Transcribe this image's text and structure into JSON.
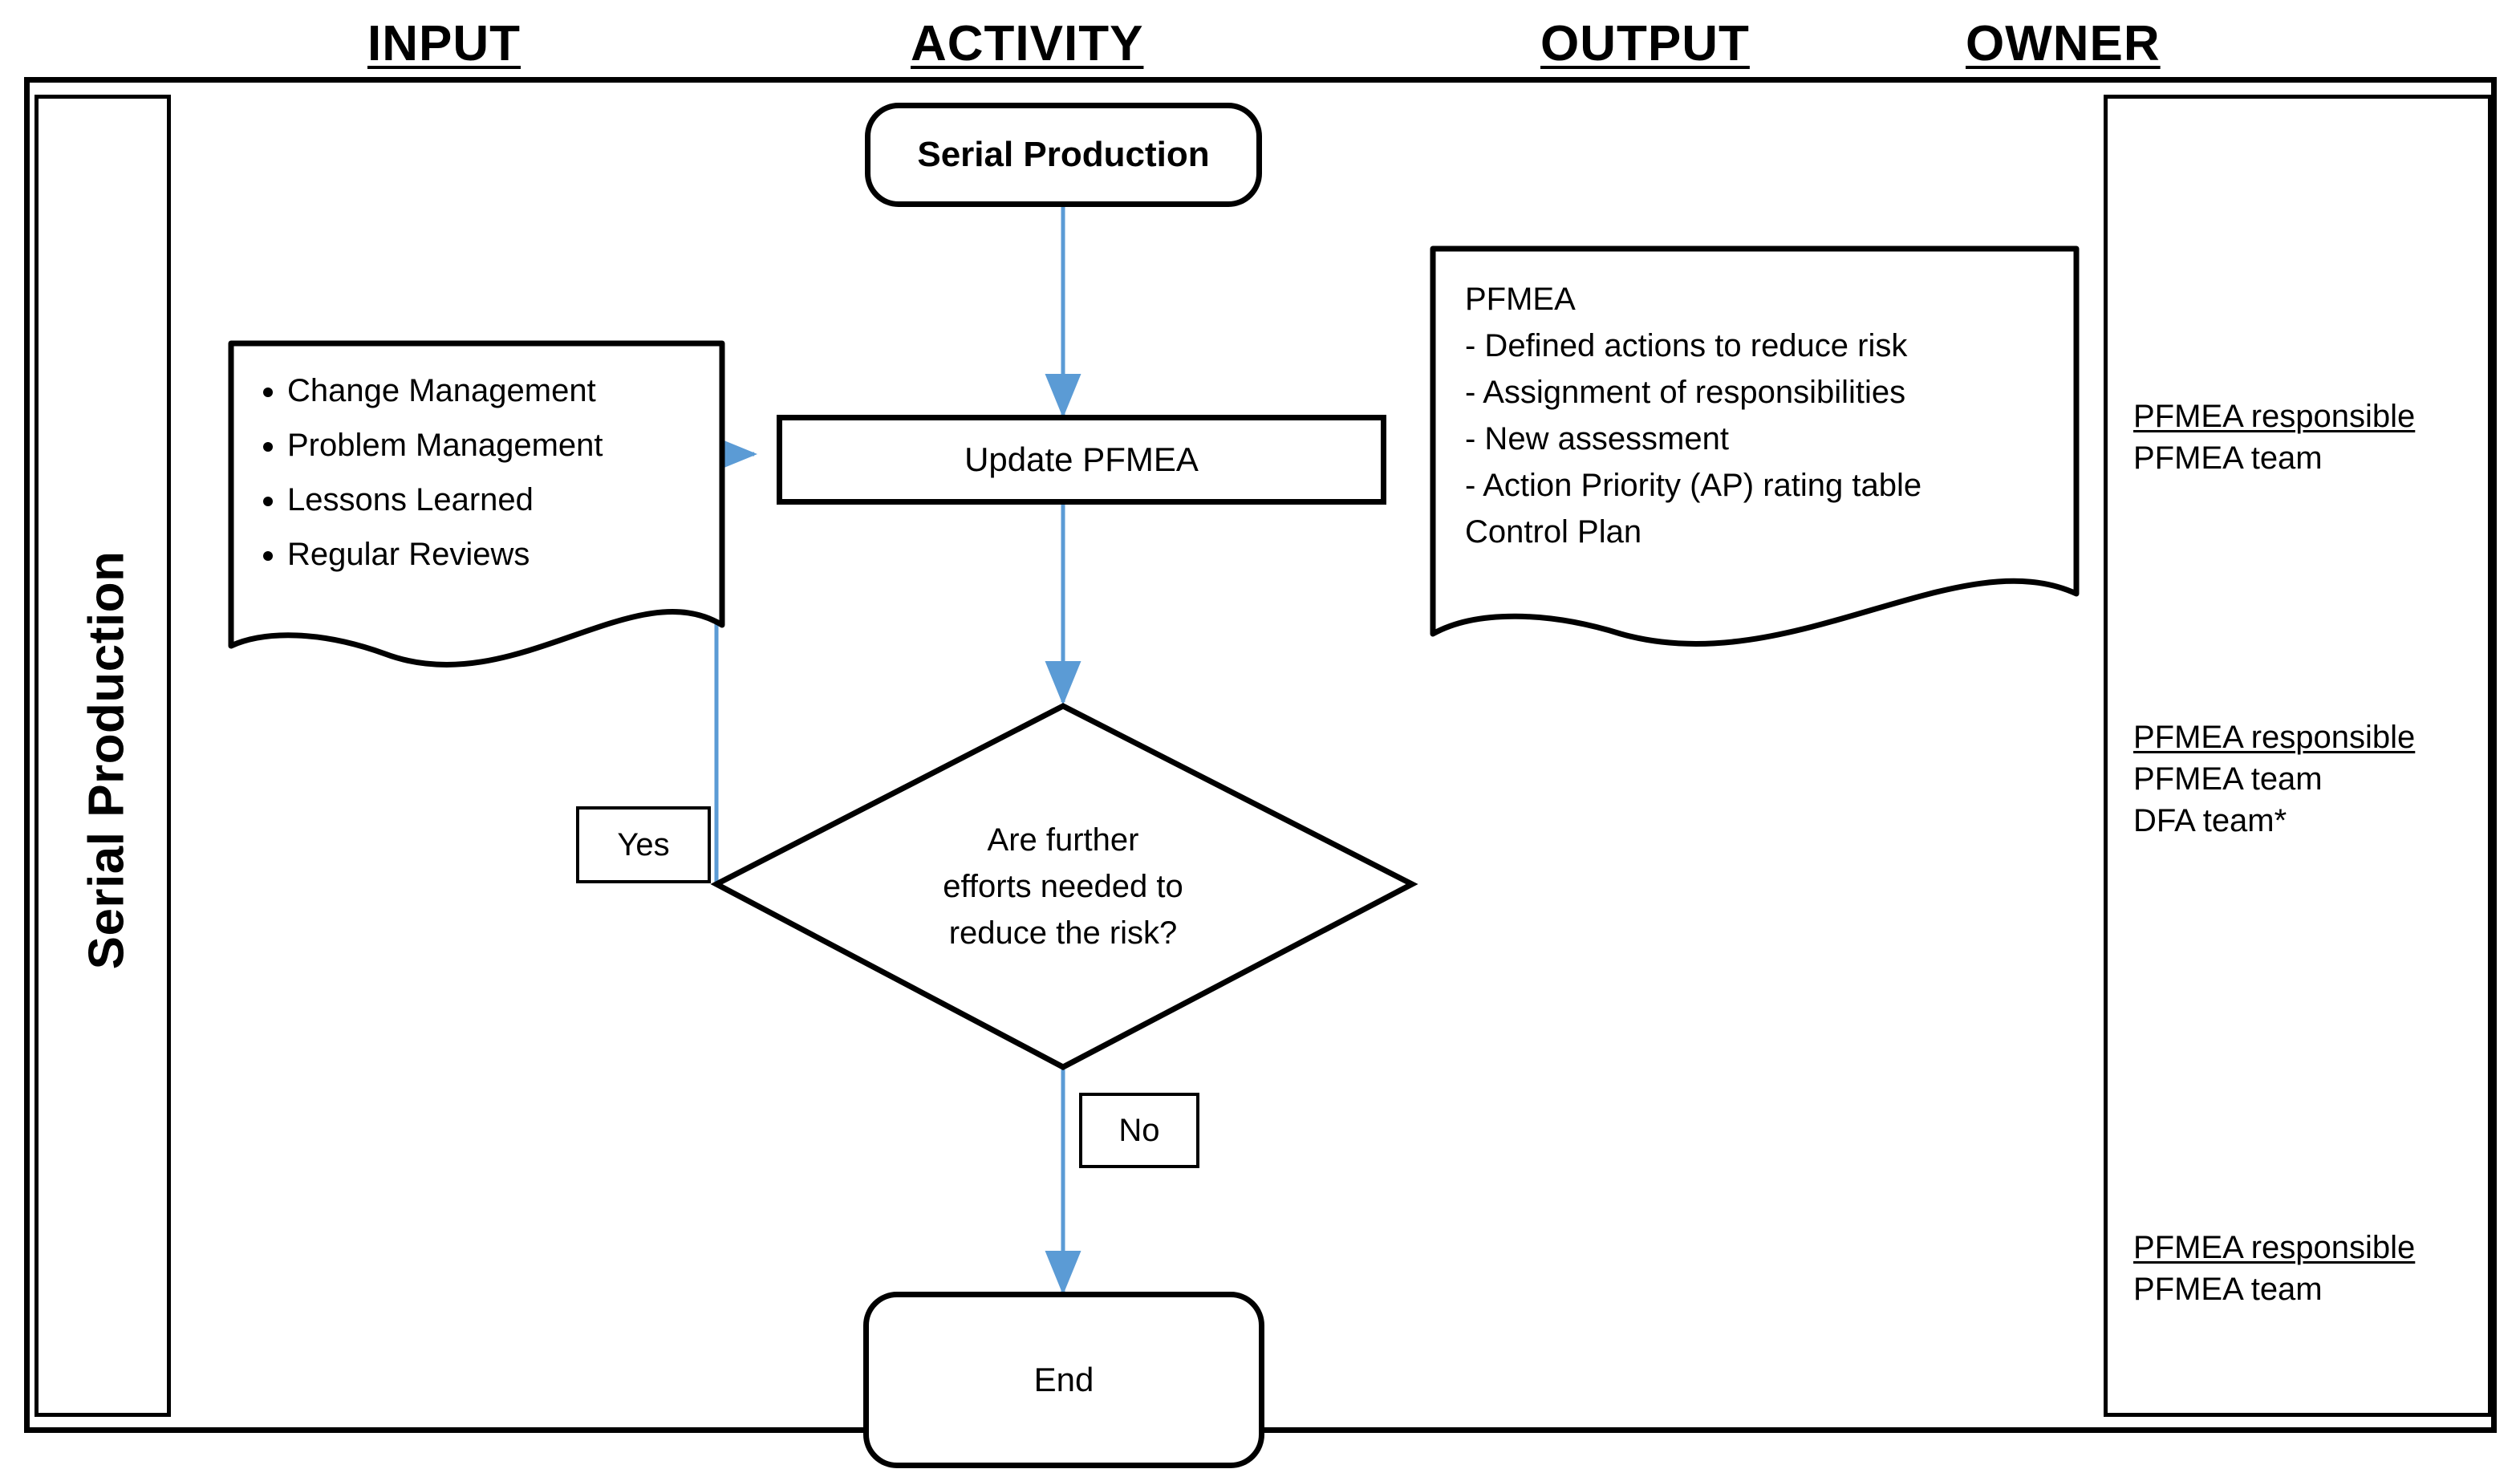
{
  "headers": [
    {
      "id": "input",
      "label": "INPUT"
    },
    {
      "id": "activity",
      "label": "ACTIVITY"
    },
    {
      "id": "output",
      "label": "OUTPUT"
    },
    {
      "id": "owner",
      "label": "OWNER"
    }
  ],
  "lane": {
    "title": "Serial Production"
  },
  "nodes": {
    "start": {
      "label": "Serial Production",
      "shape": "terminator"
    },
    "process": {
      "label": "Update PFMEA",
      "shape": "process"
    },
    "decision": {
      "shape": "diamond",
      "lines": [
        "Are further",
        "efforts needed to",
        "reduce the risk?"
      ]
    },
    "end": {
      "label": "End",
      "shape": "terminator"
    }
  },
  "edge_labels": {
    "yes": "Yes",
    "no": "No"
  },
  "input_document": {
    "bullets": [
      "Change Management",
      "Problem Management",
      "Lessons Learned",
      "Regular Reviews"
    ]
  },
  "output_document": {
    "lines": [
      "PFMEA",
      "-  Defined actions to reduce risk",
      "-  Assignment of responsibilities",
      "-  New assessment",
      "-  Action Priority (AP) rating table",
      "Control Plan"
    ]
  },
  "owners": [
    {
      "role": "PFMEA responsible",
      "members": [
        "PFMEA team"
      ]
    },
    {
      "role": "PFMEA responsible",
      "members": [
        "PFMEA team",
        "DFA team*"
      ]
    },
    {
      "role": "PFMEA responsible",
      "members": [
        "PFMEA team"
      ]
    }
  ],
  "colors": {
    "arrow": "#5B9BD5",
    "line": "#000000",
    "background": "#FFFFFF"
  }
}
